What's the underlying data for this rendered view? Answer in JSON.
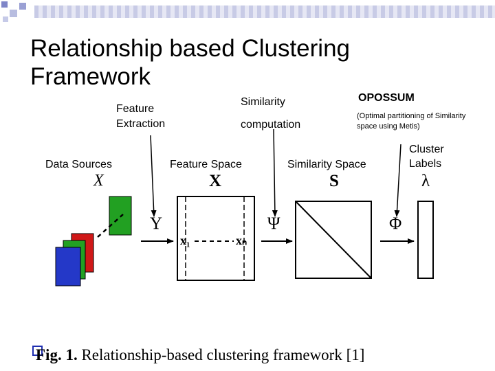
{
  "slide": {
    "title_line1": "Relationship based Clustering",
    "title_line2": "Framework"
  },
  "labels": {
    "feature_extraction_1": "Feature",
    "feature_extraction_2": "Extraction",
    "similarity_1": "Similarity",
    "similarity_2": "computation",
    "opossum": "OPOSSUM",
    "opossum_note_1": "(Optimal partitioning of Similarity",
    "opossum_note_2": "space using Metis)",
    "cluster_labels_1": "Cluster",
    "cluster_labels_2": "Labels",
    "data_sources": "Data Sources",
    "feature_space": "Feature Space",
    "similarity_space": "Similarity Space"
  },
  "symbols": {
    "x_lower": "X",
    "x_bold": "X",
    "s_bold": "S",
    "lambda": "λ",
    "upsilon": "Υ",
    "psi": "Ψ",
    "phi": "Φ",
    "x1": "x₁",
    "xn": "xₙ"
  },
  "caption": {
    "prefix": "Fig. 1.",
    "text": "Relationship-based clustering framework [1]"
  },
  "colors": {
    "bullet_blue": "#1f2fb0",
    "doc_green": "#22a022",
    "doc_red": "#d01818",
    "doc_blue": "#2438c8"
  }
}
